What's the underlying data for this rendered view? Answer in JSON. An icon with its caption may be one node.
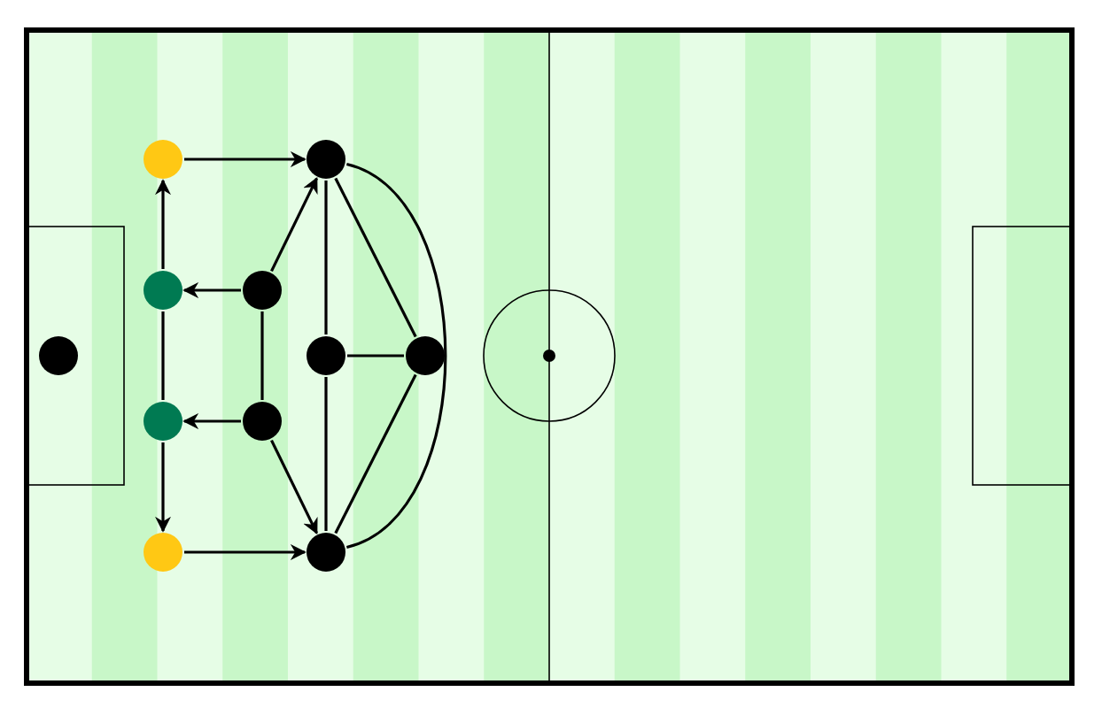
{
  "diagram": {
    "nodes": [
      {
        "text": [],
        "shape": "circle"
      },
      {
        "text": [],
        "shape": "circle"
      },
      {
        "text": [],
        "shape": "circle"
      },
      {
        "text": [],
        "shape": "circle"
      },
      {
        "text": [],
        "shape": "circle"
      },
      {
        "text": [],
        "shape": "circle"
      },
      {
        "text": [],
        "shape": "circle"
      },
      {
        "text": [],
        "shape": "circle"
      },
      {
        "text": [],
        "shape": "circle"
      },
      {
        "text": [],
        "shape": "circle"
      },
      {
        "text": [],
        "shape": "circle"
      }
    ],
    "edges": [
      {
        "from": 1,
        "to": 7,
        "arrow": "to"
      },
      {
        "from": 4,
        "to": 9,
        "arrow": "to"
      },
      {
        "from": 2,
        "to": 1,
        "arrow": "to"
      },
      {
        "from": 3,
        "to": 4,
        "arrow": "to"
      },
      {
        "from": 2,
        "to": 3,
        "arrow": "none"
      },
      {
        "from": 5,
        "to": 2,
        "arrow": "to"
      },
      {
        "from": 6,
        "to": 3,
        "arrow": "to"
      },
      {
        "from": 5,
        "to": 6,
        "arrow": "none"
      },
      {
        "from": 5,
        "to": 7,
        "arrow": "to"
      },
      {
        "from": 6,
        "to": 9,
        "arrow": "to"
      },
      {
        "from": 7,
        "to": 8,
        "arrow": "none"
      },
      {
        "from": 8,
        "to": 9,
        "arrow": "none"
      },
      {
        "from": 8,
        "to": 10,
        "arrow": "none"
      },
      {
        "from": 7,
        "to": 10,
        "arrow": "none"
      },
      {
        "from": 10,
        "to": 9,
        "arrow": "none"
      },
      {
        "from": 7,
        "to": 9,
        "arrow": "none"
      }
    ]
  }
}
